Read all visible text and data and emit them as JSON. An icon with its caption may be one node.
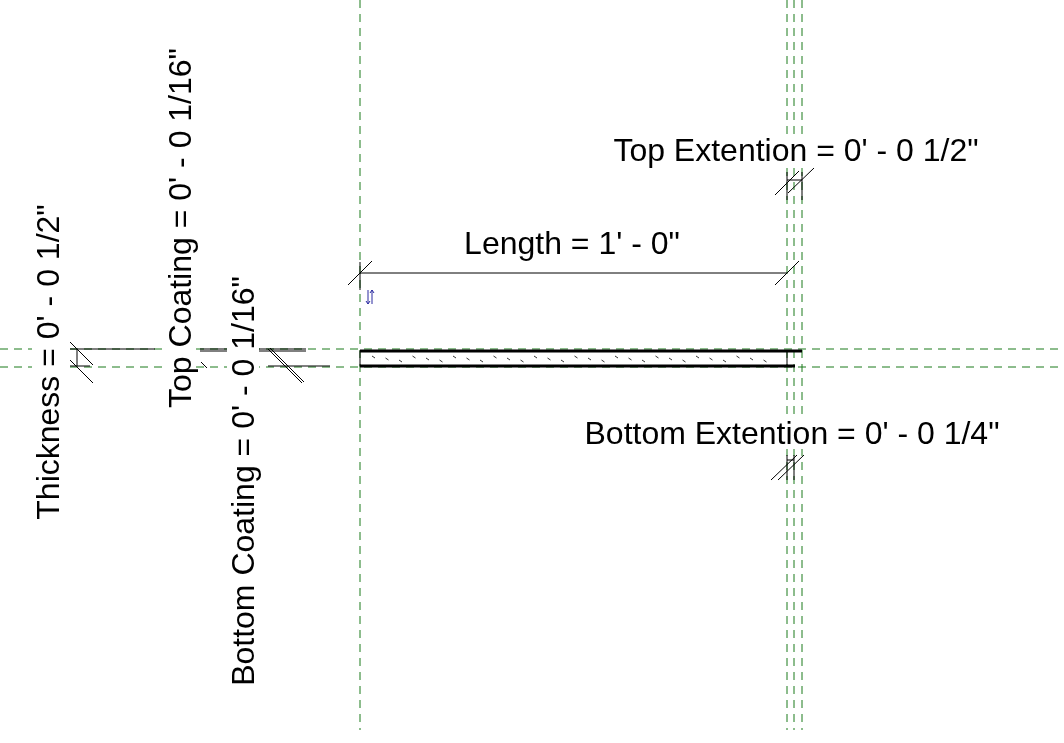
{
  "diagram": {
    "labels": [
      "Thickness = 0' - 0 1/2\"",
      "Top Coating = 0' - 0 1/16\"",
      "Bottom Coating = 0' - 0 1/16\"",
      "Top Extention = 0' - 0 1/2\"",
      "Length = 1' - 0\"",
      "Bottom Extention = 0' - 0 1/4\""
    ]
  }
}
